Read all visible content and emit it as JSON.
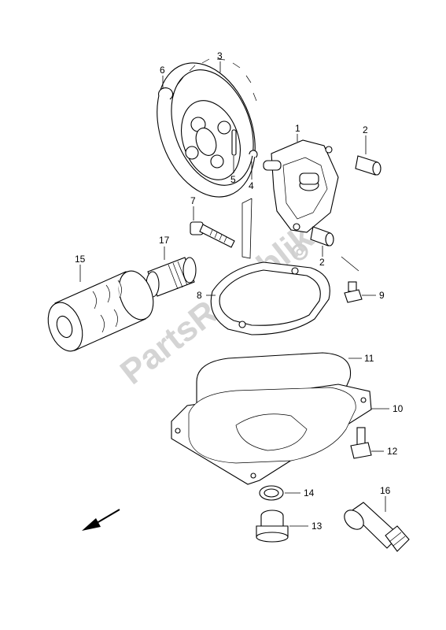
{
  "watermark": "PartsRepublik",
  "callouts": {
    "c1": "1",
    "c2a": "2",
    "c2b": "2",
    "c3": "3",
    "c4": "4",
    "c5": "5",
    "c6": "6",
    "c7": "7",
    "c8": "8",
    "c9": "9",
    "c10": "10",
    "c11": "11",
    "c12": "12",
    "c13": "13",
    "c14": "14",
    "c15": "15",
    "c16": "16",
    "c17": "17"
  },
  "icons": {
    "front_arrow": "direction-arrow-icon",
    "watermark_gear": "gear-icon"
  }
}
